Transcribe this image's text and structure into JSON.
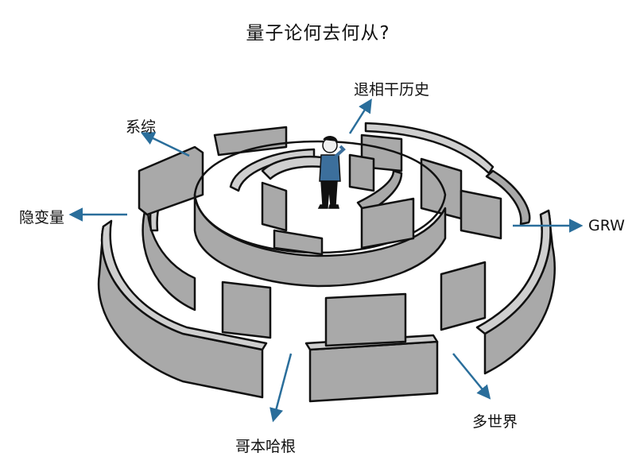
{
  "title": "量子论何去何从?",
  "labels": {
    "decoherence": "退相干历史",
    "ensemble": "系综",
    "hidden_variables": "隐变量",
    "grw": "GRW",
    "many_worlds": "多世界",
    "copenhagen": "哥本哈根"
  },
  "colors": {
    "arrow": "#2a6e9b",
    "wall_top": "#cfcfcf",
    "wall_side": "#a9a9a9",
    "floor": "#ffffff",
    "outline": "#111111",
    "person_shirt": "#3c6f9c",
    "person_pants": "#111111"
  },
  "icons": {
    "figure": "person-thinking-icon"
  }
}
